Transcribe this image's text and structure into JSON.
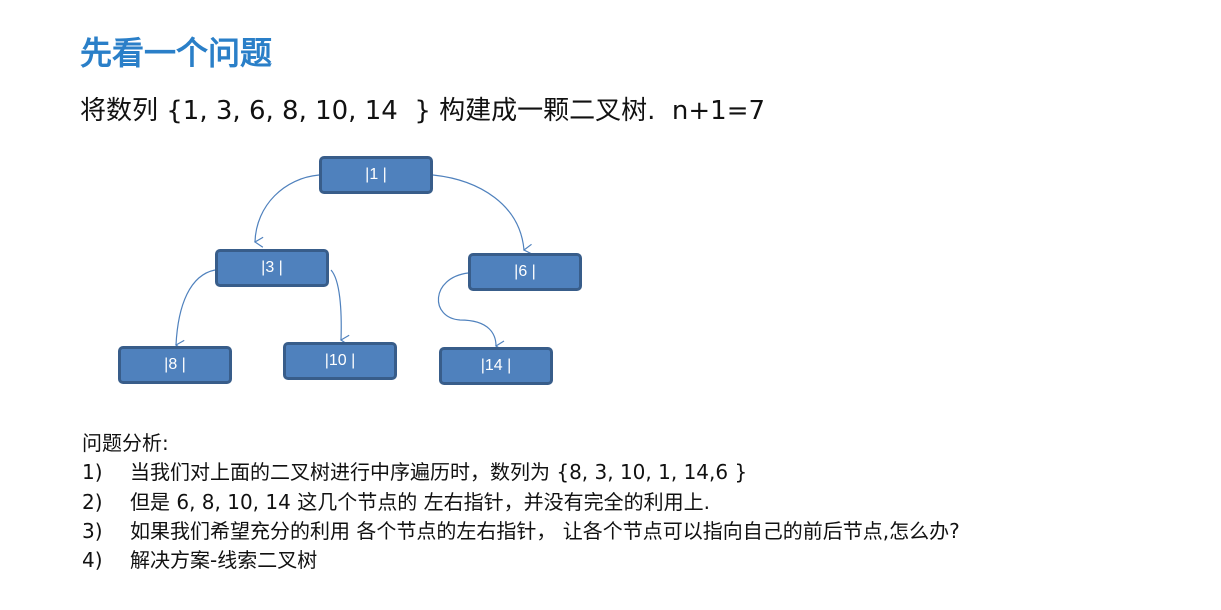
{
  "title": "先看一个问题",
  "subtitle": "将数列 {1, 3, 6, 8, 10, 14  } 构建成一颗二叉树.  n+1=7",
  "tree": {
    "nodes": [
      "|1 |",
      "|3 |",
      "|6 |",
      "|8 |",
      "|10 |",
      "|14 |"
    ],
    "colors": {
      "fill": "#4f81bd",
      "border": "#385d8a",
      "edge": "#4f81bd"
    }
  },
  "analysis": {
    "heading": "问题分析:",
    "items": [
      {
        "num": "1)",
        "text": "当我们对上面的二叉树进行中序遍历时，数列为 {8, 3, 10, 1, 14,6 }"
      },
      {
        "num": "2)",
        "text": "但是 6, 8, 10, 14 这几个节点的 左右指针，并没有完全的利用上."
      },
      {
        "num": "3)",
        "text": "如果我们希望充分的利用 各个节点的左右指针， 让各个节点可以指向自己的前后节点,怎么办?"
      },
      {
        "num": "4)",
        "text": "解决方案-线索二叉树"
      }
    ]
  }
}
